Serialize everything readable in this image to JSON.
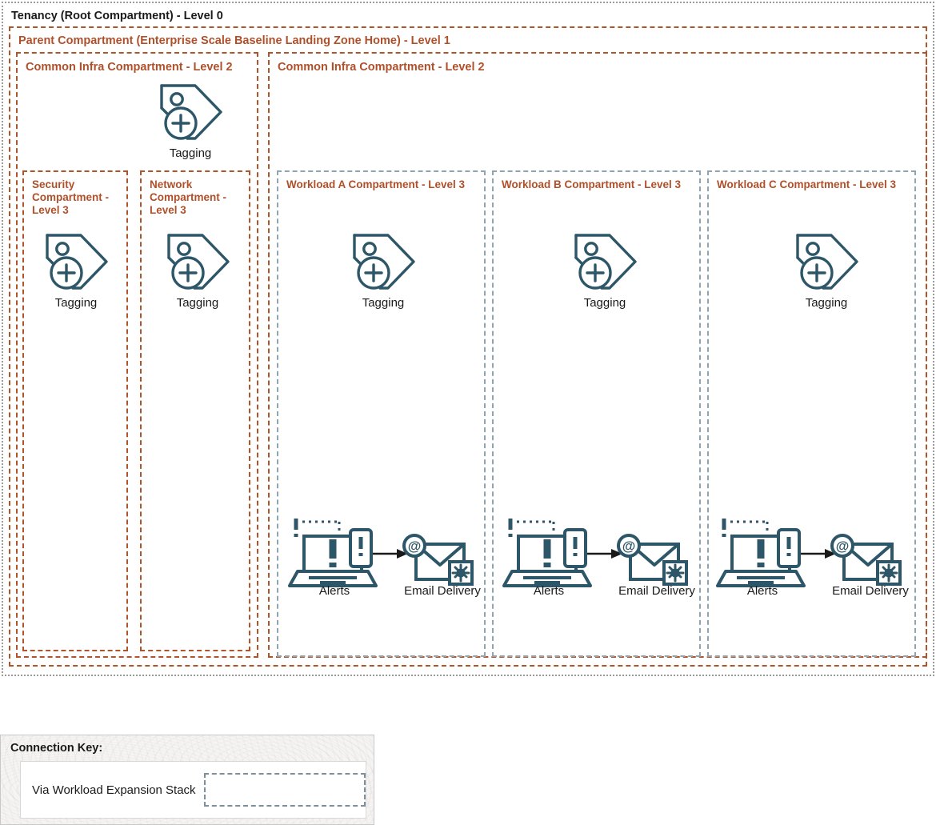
{
  "colors": {
    "compartment_label": "#b0502a",
    "compartment_border_orange": "#b0552a",
    "compartment_border_blue": "#8fa5b2",
    "tenancy_border": "#9a9a9a",
    "icon_teal": "#2d5668",
    "key_swatch": "#7d8f9b",
    "text_dark": "#1a1a1a"
  },
  "tenancy": {
    "title": "Tenancy (Root Compartment) - Level 0"
  },
  "parent": {
    "title": "Parent Compartment (Enterprise Scale Baseline Landing Zone Home) - Level 1"
  },
  "level2": {
    "left": {
      "title": "Common Infra Compartment - Level 2"
    },
    "right": {
      "title": "Common Infra Compartment - Level 2"
    }
  },
  "level3": {
    "security": {
      "title": "Security Compartment - Level 3",
      "nodes": [
        {
          "icon": "tagging-icon",
          "label": "Tagging"
        }
      ]
    },
    "network": {
      "title": "Network Compartment - Level 3",
      "nodes": [
        {
          "icon": "tagging-icon",
          "label": "Tagging"
        }
      ]
    },
    "workload_a": {
      "title": "Workload A Compartment - Level 3",
      "nodes": [
        {
          "icon": "tagging-icon",
          "label": "Tagging"
        },
        {
          "icon": "alerts-icon",
          "label": "Alerts"
        },
        {
          "icon": "email-delivery-icon",
          "label": "Email Delivery"
        }
      ]
    },
    "workload_b": {
      "title": "Workload B Compartment - Level 3",
      "nodes": [
        {
          "icon": "tagging-icon",
          "label": "Tagging"
        },
        {
          "icon": "alerts-icon",
          "label": "Alerts"
        },
        {
          "icon": "email-delivery-icon",
          "label": "Email Delivery"
        }
      ]
    },
    "workload_c": {
      "title": "Workload C Compartment - Level 3",
      "nodes": [
        {
          "icon": "tagging-icon",
          "label": "Tagging"
        },
        {
          "icon": "alerts-icon",
          "label": "Alerts"
        },
        {
          "icon": "email-delivery-icon",
          "label": "Email Delivery"
        }
      ]
    }
  },
  "common_infra_tagging": {
    "icon": "tagging-icon",
    "label": "Tagging"
  },
  "connection_key": {
    "title": "Connection Key:",
    "entries": [
      {
        "label": "Via Workload Expansion Stack",
        "style": "dashed-blue-gray-rectangle"
      }
    ]
  }
}
